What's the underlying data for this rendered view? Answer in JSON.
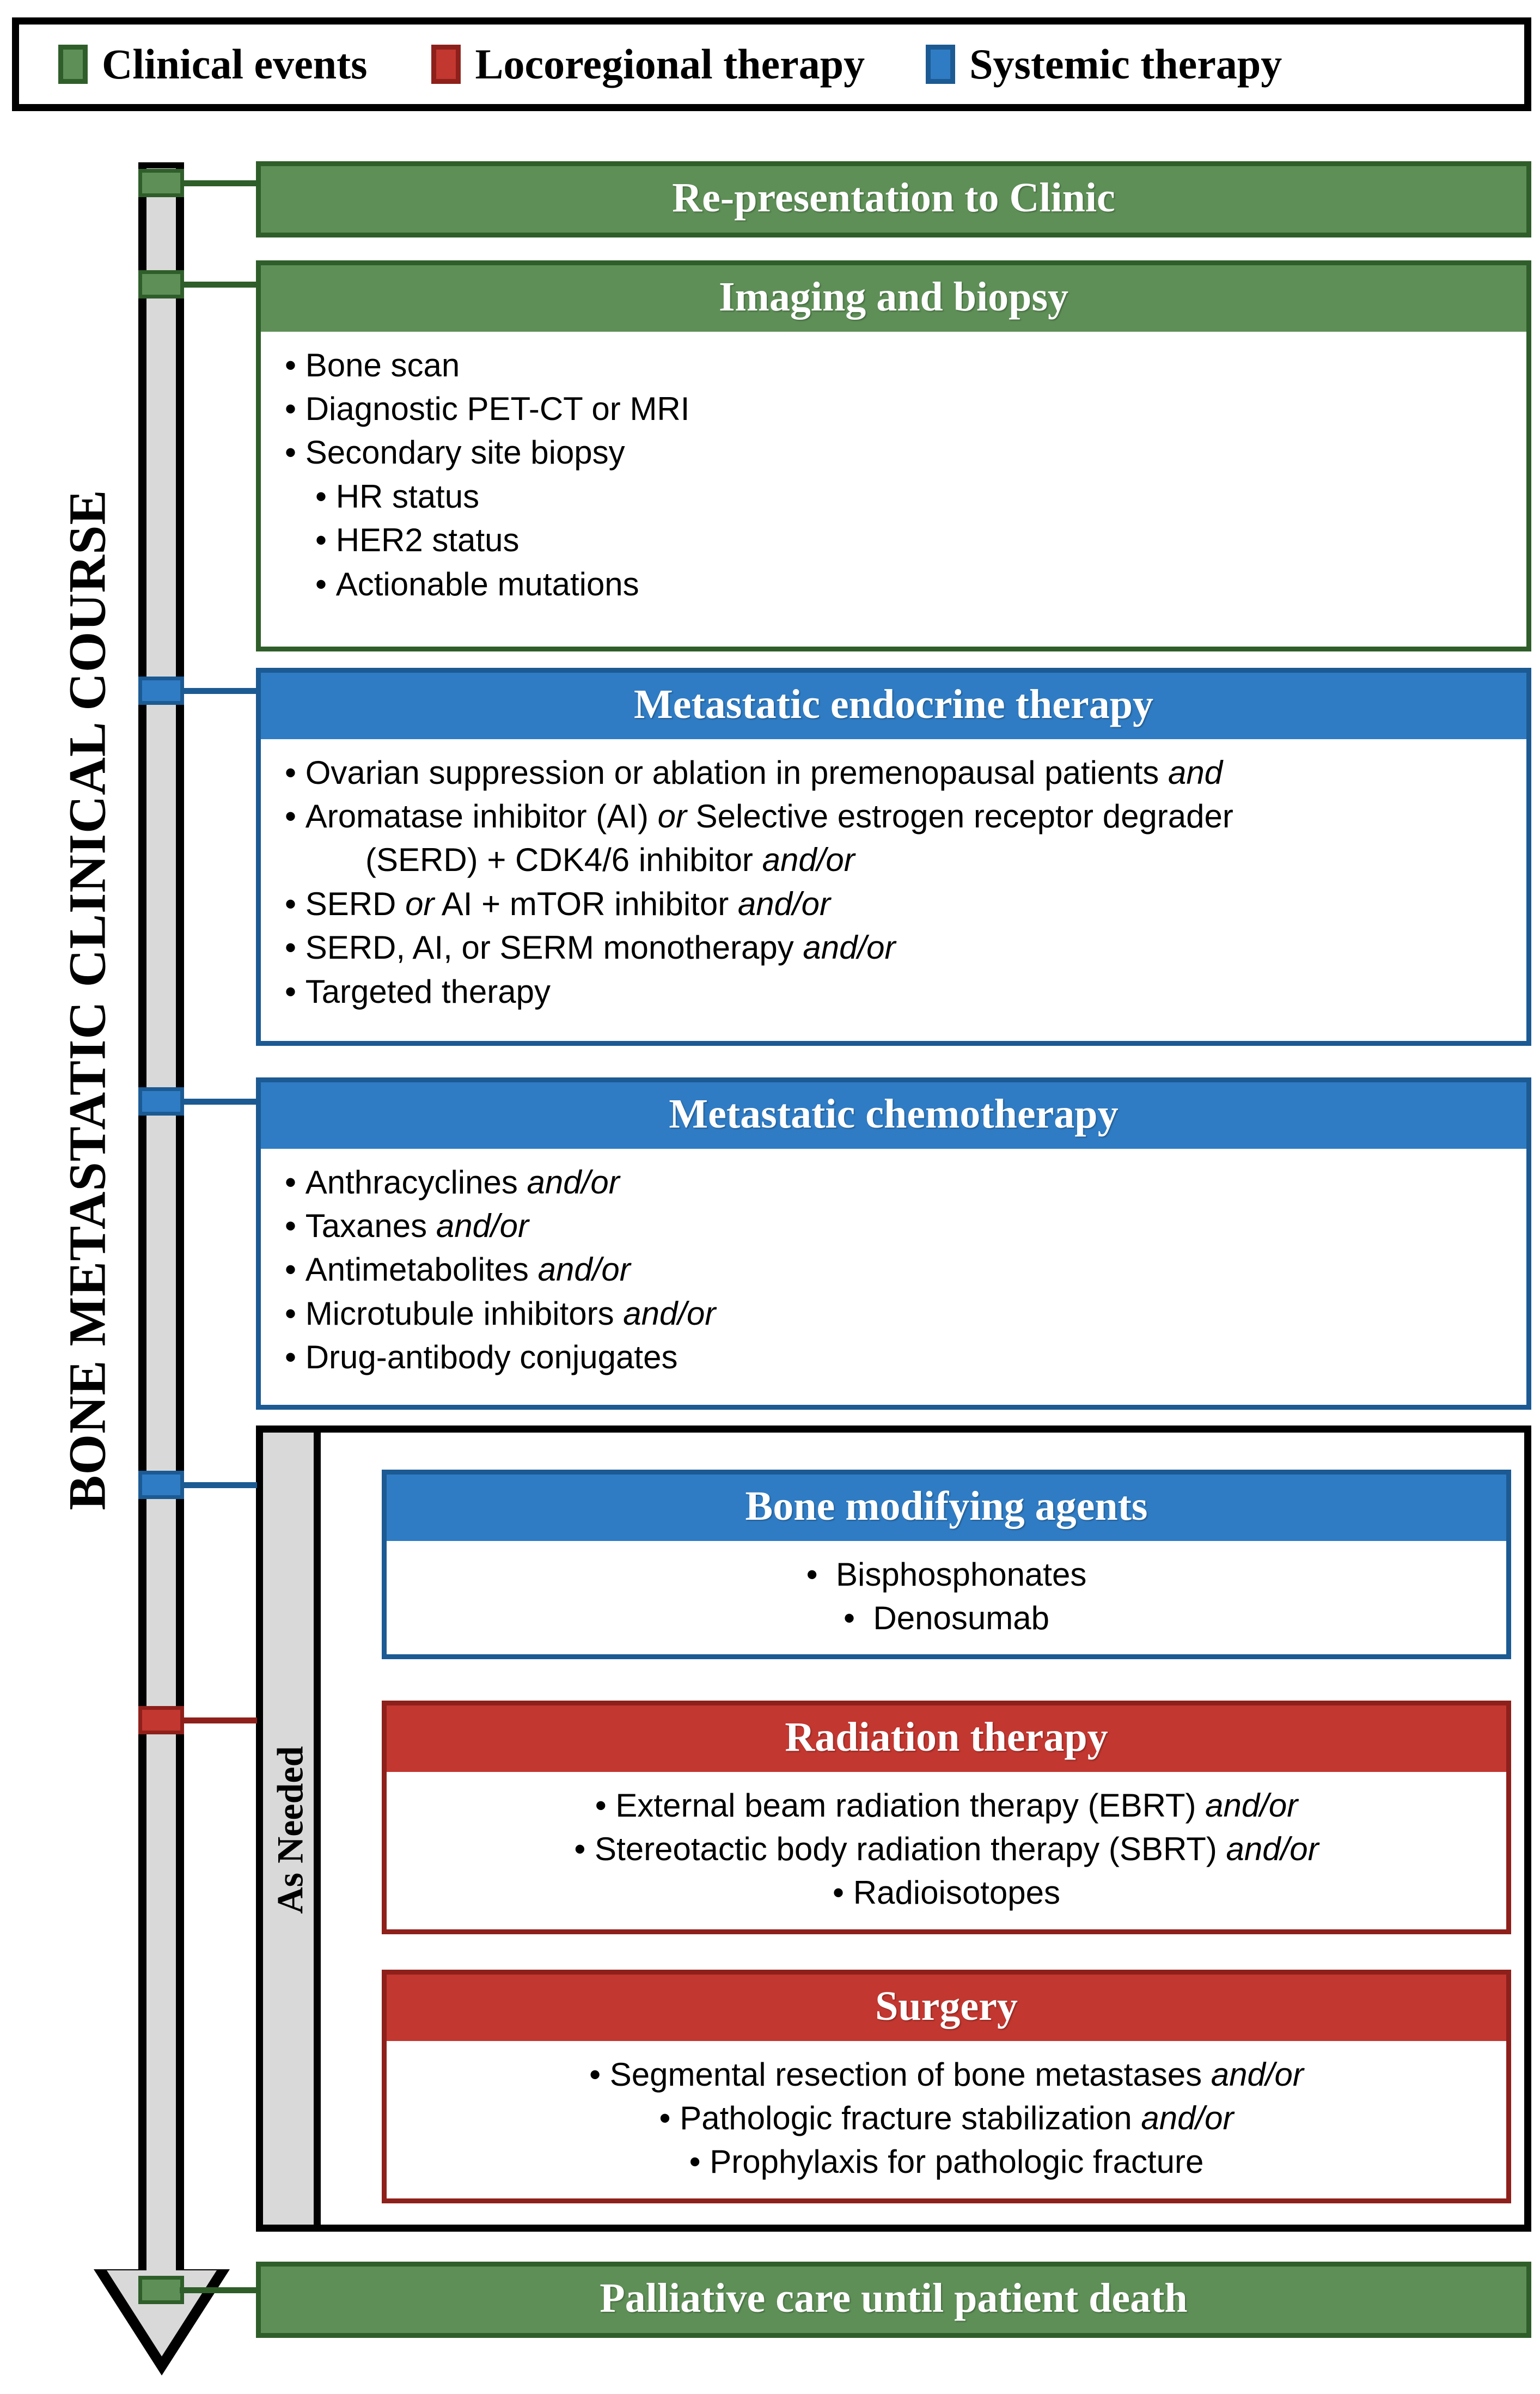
{
  "legend": {
    "items": [
      {
        "label": "Clinical events",
        "color": "#5e8f57",
        "border": "#2f5e2a"
      },
      {
        "label": "Locoregional therapy",
        "color": "#c23730",
        "border": "#8e201b"
      },
      {
        "label": "Systemic therapy",
        "color": "#2f7cc4",
        "border": "#1c5a93"
      }
    ]
  },
  "axis": {
    "title": "BONE METASTATIC CLINICAL COURSE",
    "as_needed_label": "As Needed"
  },
  "nodes": {
    "representation": {
      "title": "Re-presentation to Clinic",
      "category": "clinical-events"
    },
    "imaging": {
      "title": "Imaging and biopsy",
      "category": "clinical-events",
      "bullets": [
        {
          "text": "Bone scan",
          "level": 1
        },
        {
          "text": "Diagnostic PET-CT or MRI",
          "level": 1
        },
        {
          "text": "Secondary site biopsy",
          "level": 1
        },
        {
          "text": "HR status",
          "level": 2
        },
        {
          "text": "HER2 status",
          "level": 2
        },
        {
          "text": "Actionable mutations",
          "level": 2
        }
      ]
    },
    "endocrine": {
      "title": "Metastatic endocrine therapy",
      "category": "systemic-therapy",
      "bullets": [
        {
          "text": "Ovarian suppression or ablation in premenopausal patients ",
          "italic_tail": "and",
          "level": 1
        },
        {
          "text": "Aromatase inhibitor (AI) ",
          "italic_mid": "or",
          "text2": " Selective estrogen receptor degrader",
          "level": 1
        },
        {
          "text": "(SERD) + CDK4/6 inhibitor ",
          "italic_tail": "and/or",
          "level": 1,
          "continuation": true
        },
        {
          "text": "SERD ",
          "italic_mid": "or",
          "text2": " AI + mTOR inhibitor ",
          "italic_tail": "and/or",
          "level": 1
        },
        {
          "text": "SERD, AI, or SERM monotherapy ",
          "italic_tail": "and/or",
          "level": 1
        },
        {
          "text": "Targeted therapy",
          "level": 1
        }
      ]
    },
    "chemotherapy": {
      "title": "Metastatic chemotherapy",
      "category": "systemic-therapy",
      "bullets": [
        {
          "text": "Anthracyclines ",
          "italic_tail": "and/or",
          "level": 1
        },
        {
          "text": "Taxanes  ",
          "italic_tail": "and/or",
          "level": 1
        },
        {
          "text": "Antimetabolites ",
          "italic_tail": "and/or",
          "level": 1
        },
        {
          "text": "Microtubule inhibitors ",
          "italic_tail": "and/or",
          "level": 1
        },
        {
          "text": "Drug-antibody conjugates",
          "level": 1
        }
      ]
    },
    "bone_modifying": {
      "title": "Bone modifying agents",
      "category": "systemic-therapy",
      "bullets": [
        {
          "text": "Bisphosphonates",
          "level": 1
        },
        {
          "text": "Denosumab",
          "level": 1
        }
      ]
    },
    "radiation": {
      "title": "Radiation therapy",
      "category": "locoregional-therapy",
      "bullets": [
        {
          "text": "External beam radiation therapy (EBRT) ",
          "italic_tail": "and/or",
          "level": 1
        },
        {
          "text": "Stereotactic body radiation therapy (SBRT) ",
          "italic_tail": "and/or",
          "level": 1
        },
        {
          "text": "Radioisotopes",
          "level": 1
        }
      ]
    },
    "surgery": {
      "title": "Surgery",
      "category": "locoregional-therapy",
      "bullets": [
        {
          "text": "Segmental resection of bone metastases ",
          "italic_tail": "and/or",
          "level": 1
        },
        {
          "text": "Pathologic fracture stabilization ",
          "italic_tail": "and/or",
          "level": 1
        },
        {
          "text": "Prophylaxis for pathologic fracture",
          "level": 1
        }
      ]
    },
    "palliative": {
      "title": "Palliative care until patient death",
      "category": "clinical-events"
    }
  },
  "colors": {
    "clinical_events": "#5e8f57",
    "clinical_events_border": "#2f5e2a",
    "locoregional_therapy": "#c23730",
    "locoregional_therapy_border": "#8e201b",
    "systemic_therapy": "#2f7cc4",
    "systemic_therapy_border": "#1c5a93",
    "timeline_fill": "#d9d9d9",
    "outline": "#000000"
  }
}
